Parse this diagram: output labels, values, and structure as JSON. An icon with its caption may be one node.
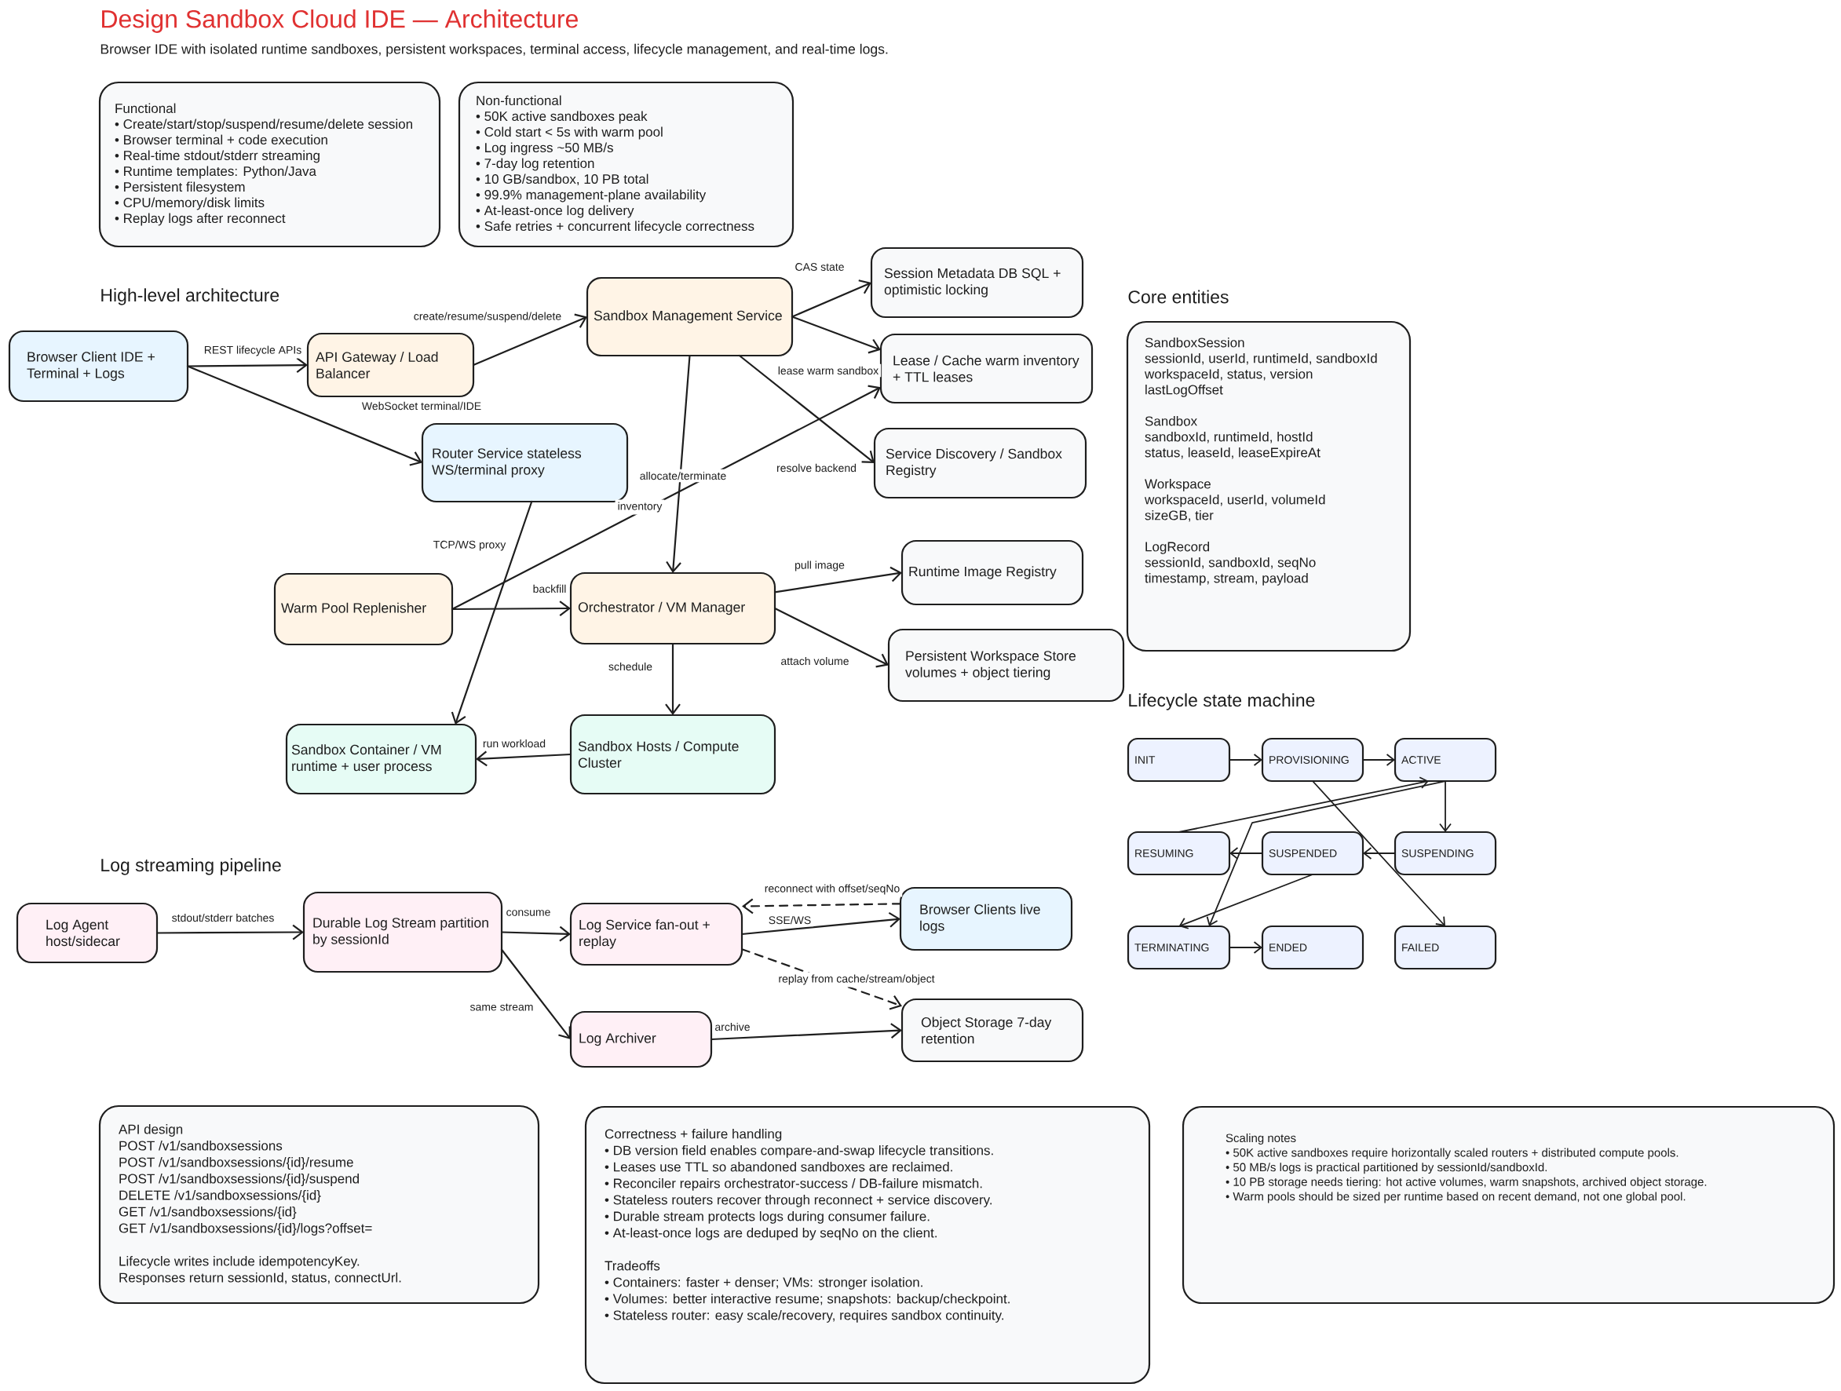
{
  "diagram": {
    "title": "Design Sandbox Cloud IDE — Architecture",
    "caption": "Browser IDE with isolated runtime sandboxes, persistent workspaces, terminal access, lifecycle management, and real-time logs.",
    "nodes": [
      {
        "text": [
          "Functional",
          "• Create/start/stop/suspend/resume/delete session",
          "• Browser terminal + code execution",
          "• Real-time stdout/stderr streaming",
          "• Runtime templates: Python/Java",
          "• Persistent filesystem",
          "• CPU/memory/disk limits",
          "• Replay logs after reconnect"
        ]
      },
      {
        "text": [
          "Non-functional",
          "• 50K active sandboxes peak",
          "• Cold start < 5s with warm pool",
          "• Log ingress ~50 MB/s",
          "• 7-day log retention",
          "• 10 GB/sandbox, 10 PB total",
          "• 99.9% management-plane availability",
          "• At-least-once log delivery",
          "• Safe retries + concurrent lifecycle correctness"
        ]
      },
      {
        "text": [
          "Browser Client IDE + Terminal + Logs"
        ]
      },
      {
        "text": [
          "API Gateway / Load Balancer"
        ]
      },
      {
        "text": [
          "Sandbox Management Service"
        ]
      },
      {
        "text": [
          "Session Metadata DB SQL + optimistic locking"
        ]
      },
      {
        "text": [
          "Lease / Cache warm inventory + TTL leases"
        ]
      },
      {
        "text": [
          "Router Service stateless WS/terminal proxy"
        ]
      },
      {
        "text": [
          "Service Discovery / Sandbox Registry"
        ]
      },
      {
        "text": [
          "Warm Pool Replenisher"
        ]
      },
      {
        "text": [
          "Orchestrator / VM Manager"
        ]
      },
      {
        "text": [
          "Runtime Image Registry"
        ]
      },
      {
        "text": [
          "Persistent Workspace Store volumes + object tiering"
        ]
      },
      {
        "text": [
          "Sandbox Container / VM runtime + user process"
        ]
      },
      {
        "text": [
          "Sandbox Hosts / Compute Cluster"
        ]
      },
      {
        "text": [
          "SandboxSession",
          "sessionId, userId, runtimeId, sandboxId",
          "workspaceId, status, version",
          "lastLogOffset",
          "Sandbox",
          "sandboxId, runtimeId, hostId",
          "status, leaseId, leaseExpireAt",
          "Workspace",
          "workspaceId, userId, volumeId",
          "sizeGB, tier",
          "LogRecord",
          "sessionId, sandboxId, seqNo",
          "timestamp, stream, payload"
        ]
      },
      {
        "text": [
          "INIT"
        ]
      },
      {
        "text": [
          "PROVISIONING"
        ]
      },
      {
        "text": [
          "ACTIVE"
        ]
      },
      {
        "text": [
          "RESUMING"
        ]
      },
      {
        "text": [
          "SUSPENDED"
        ]
      },
      {
        "text": [
          "SUSPENDING"
        ]
      },
      {
        "text": [
          "TERMINATING"
        ]
      },
      {
        "text": [
          "ENDED"
        ]
      },
      {
        "text": [
          "FAILED"
        ]
      },
      {
        "text": [
          "Log Agent host/sidecar"
        ]
      },
      {
        "text": [
          "Durable Log Stream partition by sessionId"
        ]
      },
      {
        "text": [
          "Log Service fan-out + replay"
        ]
      },
      {
        "text": [
          "Browser Clients live logs"
        ]
      },
      {
        "text": [
          "Log Archiver"
        ]
      },
      {
        "text": [
          "Object Storage 7-day retention"
        ]
      },
      {
        "text": [
          "API design",
          "POST /v1/sandboxsessions",
          "POST /v1/sandboxsessions/{id}/resume",
          "POST /v1/sandboxsessions/{id}/suspend",
          "DELETE /v1/sandboxsessions/{id}",
          "GET /v1/sandboxsessions/{id}",
          "GET /v1/sandboxsessions/{id}/logs?offset=",
          "Lifecycle writes include idempotencyKey.",
          "Responses return sessionId, status, connectUrl."
        ]
      },
      {
        "text": [
          "Correctness + failure handling",
          "• DB version field enables compare-and-swap lifecycle transitions.",
          "• Leases use TTL so abandoned sandboxes are reclaimed.",
          "• Reconciler repairs orchestrator-success / DB-failure mismatch.",
          "• Stateless routers recover through reconnect + service discovery.",
          "• Durable stream protects logs during consumer failure.",
          "• At-least-once logs are deduped by seqNo on the client.",
          "Tradeoffs",
          "• Containers: faster + denser; VMs: stronger isolation.",
          "• Volumes: better interactive resume; snapshots: backup/checkpoint.",
          "• Stateless router: easy scale/recovery, requires sandbox continuity."
        ]
      },
      {
        "text": [
          "Scaling notes",
          "• 50K active sandboxes require horizontally scaled routers + distributed compute pools.",
          "• 50 MB/s logs is practical partitioned by sessionId/sandboxId.",
          "• 10 PB storage needs tiering: hot active volumes, warm snapshots, archived object storage.",
          "• Warm pools should be sized per runtime based on recent demand, not one global pool."
        ]
      }
    ],
    "edges": [
      {
        "from": 2,
        "to": 3,
        "arrow": "to",
        "label": "REST lifecycle APIs"
      },
      {
        "from": 2,
        "to": 7,
        "arrow": "to",
        "label": "WebSocket terminal/IDE"
      },
      {
        "from": 3,
        "to": 4,
        "arrow": "to",
        "label": "create/resume/suspend/delete"
      },
      {
        "from": 4,
        "to": 5,
        "arrow": "to",
        "label": "CAS state"
      },
      {
        "from": 4,
        "to": 6,
        "arrow": "to",
        "label": "lease warm sandbox"
      },
      {
        "from": 4,
        "to": 8,
        "arrow": "to",
        "label": "resolve backend"
      },
      {
        "from": 4,
        "to": 10,
        "arrow": "to",
        "label": "allocate/terminate"
      },
      {
        "from": 7,
        "to": 13,
        "arrow": "to",
        "label": "TCP/WS proxy"
      },
      {
        "from": 9,
        "to": 10,
        "arrow": "to",
        "label": "backfill"
      },
      {
        "from": 9,
        "to": 6,
        "arrow": "to",
        "label": "inventory"
      },
      {
        "from": 10,
        "to": 11,
        "arrow": "to",
        "label": "pull image"
      },
      {
        "from": 10,
        "to": 12,
        "arrow": "to",
        "label": "attach volume"
      },
      {
        "from": 10,
        "to": 14,
        "arrow": "to",
        "label": "schedule"
      },
      {
        "from": 14,
        "to": 13,
        "arrow": "to",
        "label": "run workload"
      },
      {
        "from": 16,
        "to": 17,
        "arrow": "to"
      },
      {
        "from": 17,
        "to": 18,
        "arrow": "to"
      },
      {
        "from": 18,
        "to": 21,
        "arrow": "to"
      },
      {
        "from": 21,
        "to": 20,
        "arrow": "to"
      },
      {
        "from": 20,
        "to": 19,
        "arrow": "to"
      },
      {
        "from": 19,
        "to": 18,
        "arrow": "to"
      },
      {
        "from": 18,
        "to": 22,
        "arrow": "to"
      },
      {
        "from": 20,
        "to": 22,
        "arrow": "to"
      },
      {
        "from": 17,
        "to": 24,
        "arrow": "to"
      },
      {
        "from": 22,
        "to": 23,
        "arrow": "to"
      },
      {
        "from": 25,
        "to": 26,
        "arrow": "to",
        "label": "stdout/stderr batches"
      },
      {
        "from": 26,
        "to": 27,
        "arrow": "to",
        "label": "consume"
      },
      {
        "from": 26,
        "to": 29,
        "arrow": "to",
        "label": "same stream"
      },
      {
        "from": 27,
        "to": 28,
        "arrow": "to",
        "label": "SSE/WS"
      },
      {
        "from": 28,
        "to": 27,
        "arrow": "to",
        "label": "reconnect with offset/seqNo",
        "style": "dashed"
      },
      {
        "from": 27,
        "to": 30,
        "arrow": "to",
        "label": "replay from cache/stream/object",
        "style": "dashed"
      },
      {
        "from": 29,
        "to": 30,
        "arrow": "to",
        "label": "archive"
      }
    ],
    "labels": [
      "High-level architecture",
      "Core entities",
      "Lifecycle state machine",
      "Log streaming pipeline"
    ]
  }
}
